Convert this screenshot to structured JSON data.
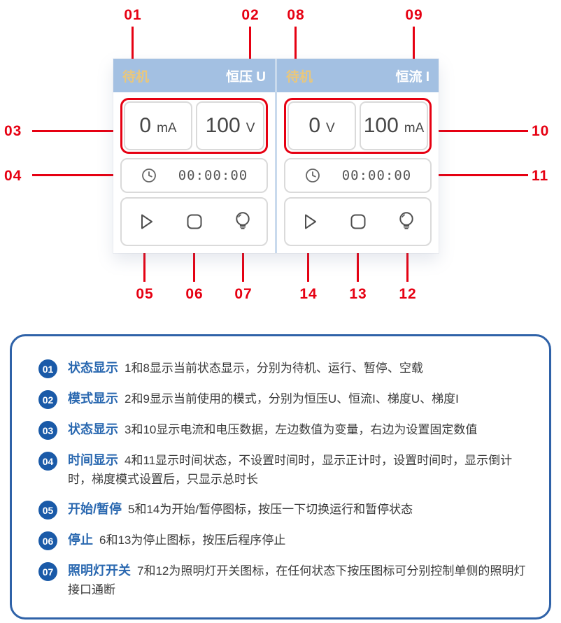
{
  "diagram": {
    "panels": [
      {
        "status": "待机",
        "mode": "恒压 U",
        "left_value": "0",
        "left_unit": "mA",
        "right_value": "100",
        "right_unit": "V",
        "time": "00:00:00"
      },
      {
        "status": "待机",
        "mode": "恒流 I",
        "left_value": "0",
        "left_unit": "V",
        "right_value": "100",
        "right_unit": "mA",
        "time": "00:00:00"
      }
    ],
    "callouts": {
      "top": [
        "01",
        "02",
        "08",
        "09"
      ],
      "left": [
        "03",
        "04"
      ],
      "right": [
        "10",
        "11"
      ],
      "bottom": [
        "05",
        "06",
        "07",
        "14",
        "13",
        "12"
      ]
    },
    "colors": {
      "callout_red": "#e60012",
      "header_blue": "#a3c0e2",
      "status_gold": "#e9c77c",
      "mode_white": "#ffffff",
      "cell_border_gray": "#dadada"
    }
  },
  "legend": {
    "border_color": "#2f62a8",
    "badge_color": "#1a5aa8",
    "items": [
      {
        "num": "01",
        "label": "状态显示",
        "desc": "1和8显示当前状态显示，分别为待机、运行、暂停、空载"
      },
      {
        "num": "02",
        "label": "模式显示",
        "desc": "2和9显示当前使用的模式，分别为恒压U、恒流I、梯度U、梯度I"
      },
      {
        "num": "03",
        "label": "状态显示",
        "desc": "3和10显示电流和电压数据，左边数值为变量，右边为设置固定数值"
      },
      {
        "num": "04",
        "label": "时间显示",
        "desc": "4和11显示时间状态，不设置时间时，显示正计时，设置时间时，显示倒计时，梯度模式设置后，只显示总时长"
      },
      {
        "num": "05",
        "label": "开始/暂停",
        "desc": "5和14为开始/暂停图标，按压一下切换运行和暂停状态"
      },
      {
        "num": "06",
        "label": "停止",
        "desc": "6和13为停止图标，按压后程序停止"
      },
      {
        "num": "07",
        "label": "照明灯开关",
        "desc": "7和12为照明灯开关图标，在任何状态下按压图标可分别控制单侧的照明灯接口通断"
      }
    ]
  }
}
